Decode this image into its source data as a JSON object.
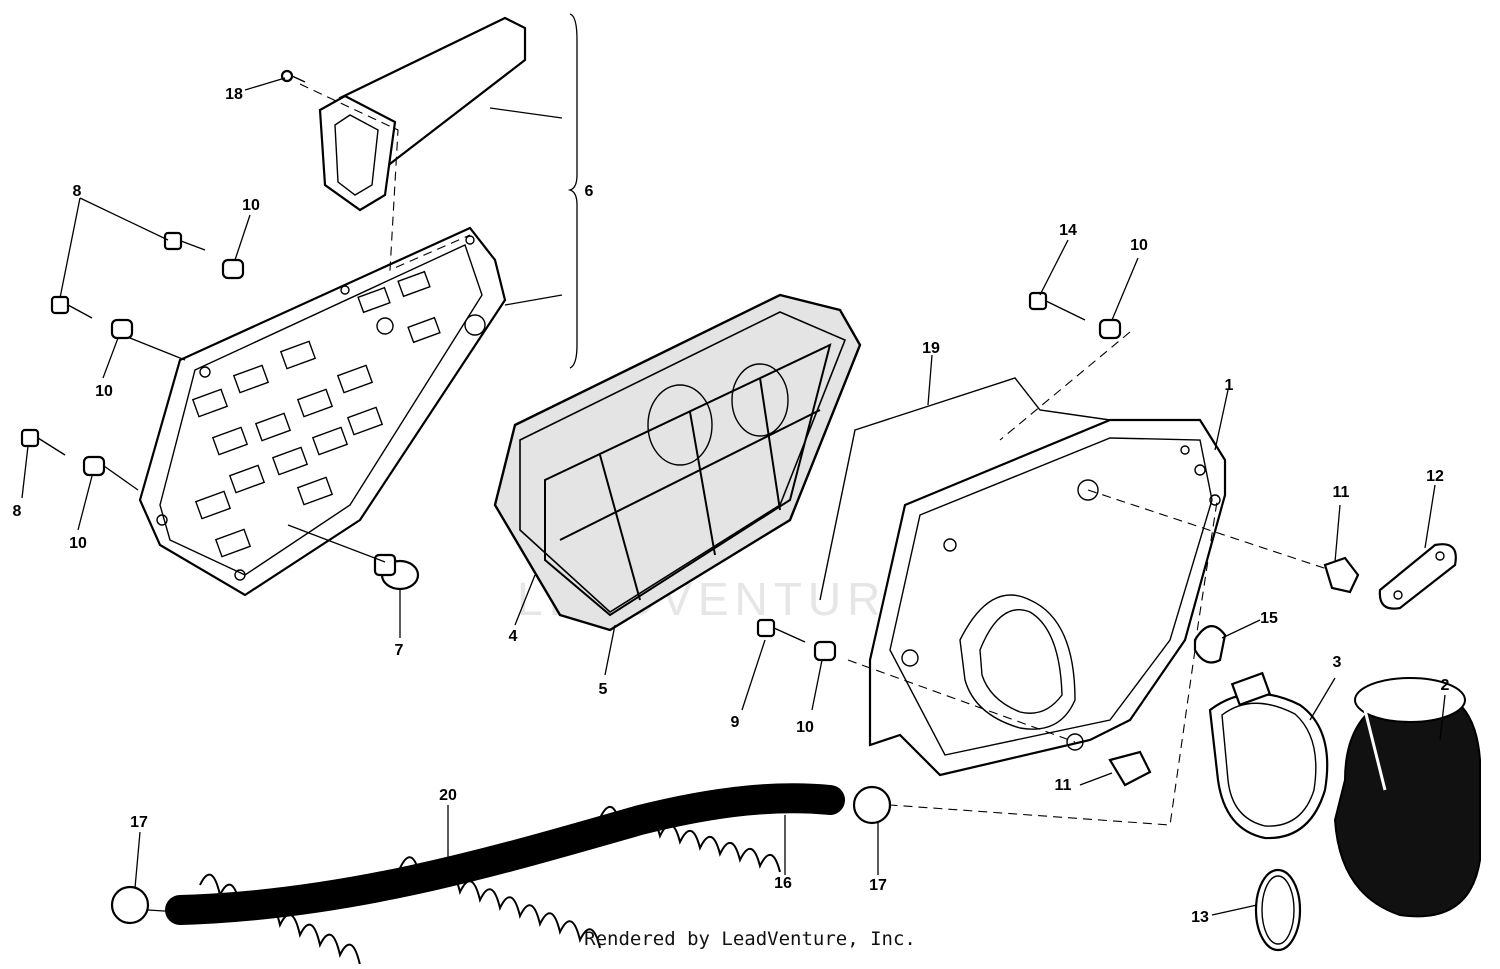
{
  "diagram": {
    "callouts": [
      "18",
      "6",
      "8",
      "10",
      "10",
      "8",
      "10",
      "7",
      "4",
      "5",
      "14",
      "10",
      "19",
      "1",
      "11",
      "12",
      "15",
      "9",
      "10",
      "3",
      "2",
      "11",
      "20",
      "17",
      "16",
      "17",
      "13"
    ],
    "footer": "Rendered by LeadVenture, Inc.",
    "watermark": "LEADVENTURE"
  }
}
